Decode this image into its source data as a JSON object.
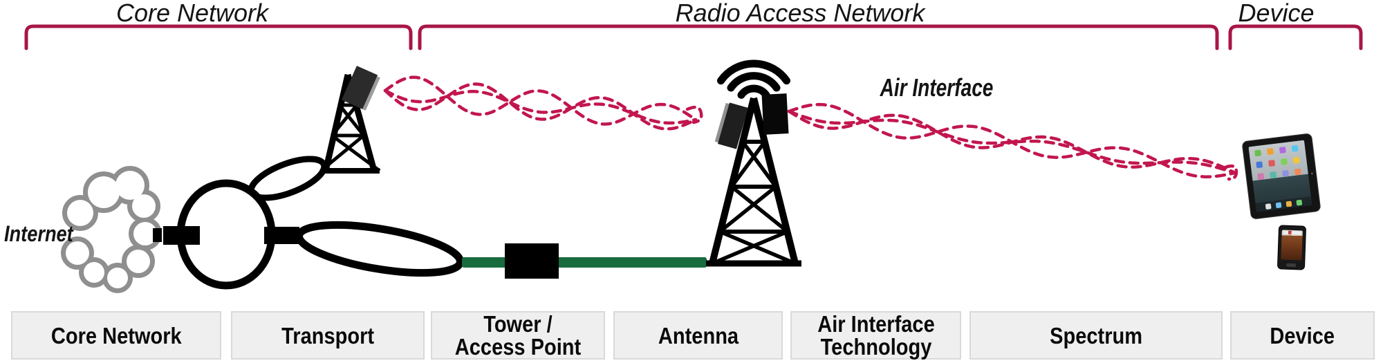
{
  "top_brackets": [
    {
      "label": "Core Network"
    },
    {
      "label": "Radio Access Network"
    },
    {
      "label": "Device"
    }
  ],
  "diagram": {
    "internet_label": "Internet",
    "air_interface_label": "Air Interface"
  },
  "bottom_boxes": [
    {
      "label": "Core Network"
    },
    {
      "label": "Transport"
    },
    {
      "label": "Tower / Access Point"
    },
    {
      "label": "Antenna"
    },
    {
      "label": "Air Interface Technology"
    },
    {
      "label": "Spectrum"
    },
    {
      "label": "Device"
    }
  ],
  "colors": {
    "bracket_crimson": "#a81648",
    "wave_crimson": "#c2164e",
    "backhaul_green": "#186b3d",
    "cloud_gray": "#8f8f8f"
  }
}
